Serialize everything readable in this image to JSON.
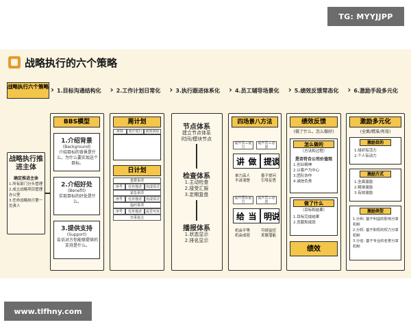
{
  "watermarks": {
    "top": "TG: MYYJJPP",
    "bottom": "www.tlfhny.com"
  },
  "title": "战略执行的六个策略",
  "steps": {
    "first": "战略执行六个策略",
    "items": [
      "1.目标沟通结构化",
      "2.工作计划日常化",
      "3.执行跟进体系化",
      "4.员工辅导场景化",
      "5.绩效反馈常态化",
      "6.激励手段多元化"
    ]
  },
  "subject": {
    "heading": "战略执行推进主体",
    "sub": "确定推进主体",
    "items": "1.所有部门分头管理\n2.成立战略项目管理办公室\n3.任命战略执行第一负责人"
  },
  "bbs": {
    "title": "BBS模型",
    "items": [
      {
        "h": "1.介绍背景",
        "en": "(Background)",
        "d": "介绍目标的背景是什么，为什么要实现这个目标。"
      },
      {
        "h": "2.介绍好处",
        "en": "(Benefit)",
        "d": "实现目标的好处是什么。"
      },
      {
        "h": "3.提供支持",
        "en": "(Support)",
        "d": "告诉对方你能够提供的支持是什么。"
      }
    ]
  },
  "plan": {
    "weekly": "周计划",
    "weekly_cells": [
      "目标",
      "周计划行动",
      "绩效目标计划"
    ],
    "daily": "日计划",
    "daily_rows": [
      "重要事项",
      "序号",
      "任务描述",
      "完成情况",
      "紧急事项",
      "序号",
      "任务描述",
      "完成情况",
      "临时事项",
      "序号",
      "任务描述",
      "是否可完成",
      "日事批注"
    ]
  },
  "tracking": {
    "node_title": "节点体系",
    "node_desc": "建立节点体系\n时间/模块节点",
    "check_title": "检查体系",
    "check_desc": "1.主动检查\n2.接受汇报\n3.定期复盘",
    "report_title": "播报体系",
    "report_desc": "1.状态显示\n2.排名显示"
  },
  "coach": {
    "title": "四场景八方法",
    "tags": [
      "提升员工能力",
      "提升员工意愿",
      "落实员工不做的主责",
      "发展员工能力"
    ],
    "chars_top": [
      "讲",
      "做",
      "提",
      "谈"
    ],
    "labels_top": [
      "单力高人",
      "不讲清楚",
      "善于提问",
      "引导反思"
    ],
    "tags2": [
      "提升团队能力",
      "提升员工意愿",
      "落实员工不做的主责",
      "发展员工能力"
    ],
    "chars_bottom": [
      "给",
      "当",
      "明",
      "说"
    ],
    "labels_bottom": [
      "机会平等",
      "机会成就",
      "可续监控",
      "发展潜能"
    ]
  },
  "feedback": {
    "title": "绩效反馈",
    "sub": "(做了什么，怎么做好)",
    "how_title": "怎么做的",
    "how_sub": "（方法和过程）",
    "how_q": "是否符合公司价值观",
    "how_items": "1.创业精神\n2.以客户为中心\n3.团队协作\n4.诚信负责",
    "what_title": "做了什么",
    "what_sub": "（目标和结果）",
    "what_items": "1.目标完成结果\n2.贡献和成就",
    "result": "绩效"
  },
  "incentive": {
    "title": "激励多元化",
    "sub": "(全面/精准/有效)",
    "goal_title": "激励目的",
    "goal_items": "1.组织有活力\n2.个人有动力",
    "way_title": "激励方式",
    "way_items": "1.全面激励\n2.精准激励\n3.有效激励",
    "type_title": "激励类型",
    "type_items": "1.分利: 基于利益的影响分享机制\n2.分权: 基于职权的权力分享机制\n3.分名: 基于专业的名誉分享机制"
  }
}
